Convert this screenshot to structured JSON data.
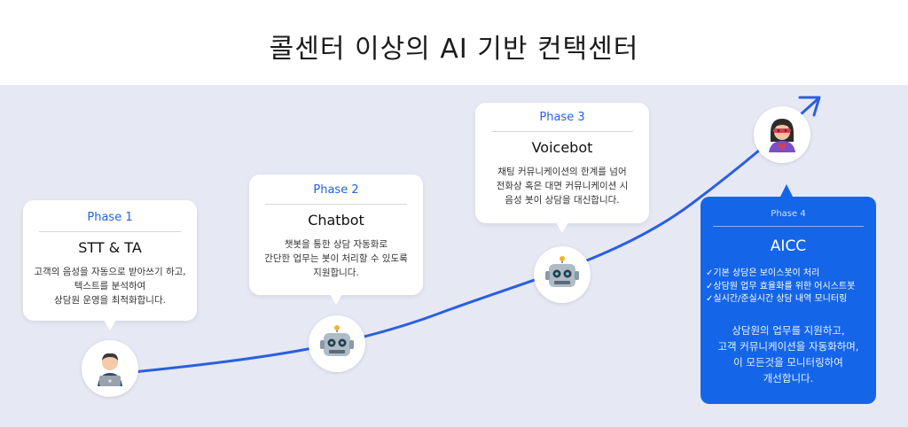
{
  "title": "콜센터 이상의 AI 기반 컨택센터",
  "phases": [
    {
      "phase": "Phase 1",
      "name": "STT & TA",
      "desc": "고객의 음성을 자동으로 받아쓰기 하고,\n텍스트를 분석하여\n상담원 운영을 최적화합니다.",
      "avatar": "person-laptop-icon"
    },
    {
      "phase": "Phase 2",
      "name": "Chatbot",
      "desc": "챗봇을 통한 상담 자동화로\n간단한 업무는 봇이 처리할 수 있도록\n지원합니다.",
      "avatar": "robot-icon"
    },
    {
      "phase": "Phase 3",
      "name": "Voicebot",
      "desc": "채팅 커뮤니케이션의 한계를 넘어\n전화상 혹은 대면 커뮤니케이션 시\n음성 봇이 상담을 대신합니다.",
      "avatar": "robot-icon"
    }
  ],
  "aicc": {
    "phase": "Phase 4",
    "name": "AICC",
    "checks": [
      "✓기본 상담은 보이스봇이 처리",
      "✓상담원 업무 효율화를 위한 어시스트봇",
      "✓실시간/준실시간 상담 내역 모니터링"
    ],
    "desc": "상담원의 업무를 지원하고,\n고객 커뮤니케이션을 자동화하며,\n이 모든것을 모니터링하여\n개선합니다.",
    "avatar": "superhero-woman-icon"
  },
  "colors": {
    "accent": "#1f63e6",
    "aicc_bg": "#1465e8",
    "band": "#e6e8f4",
    "curve": "#2a5fe0"
  }
}
